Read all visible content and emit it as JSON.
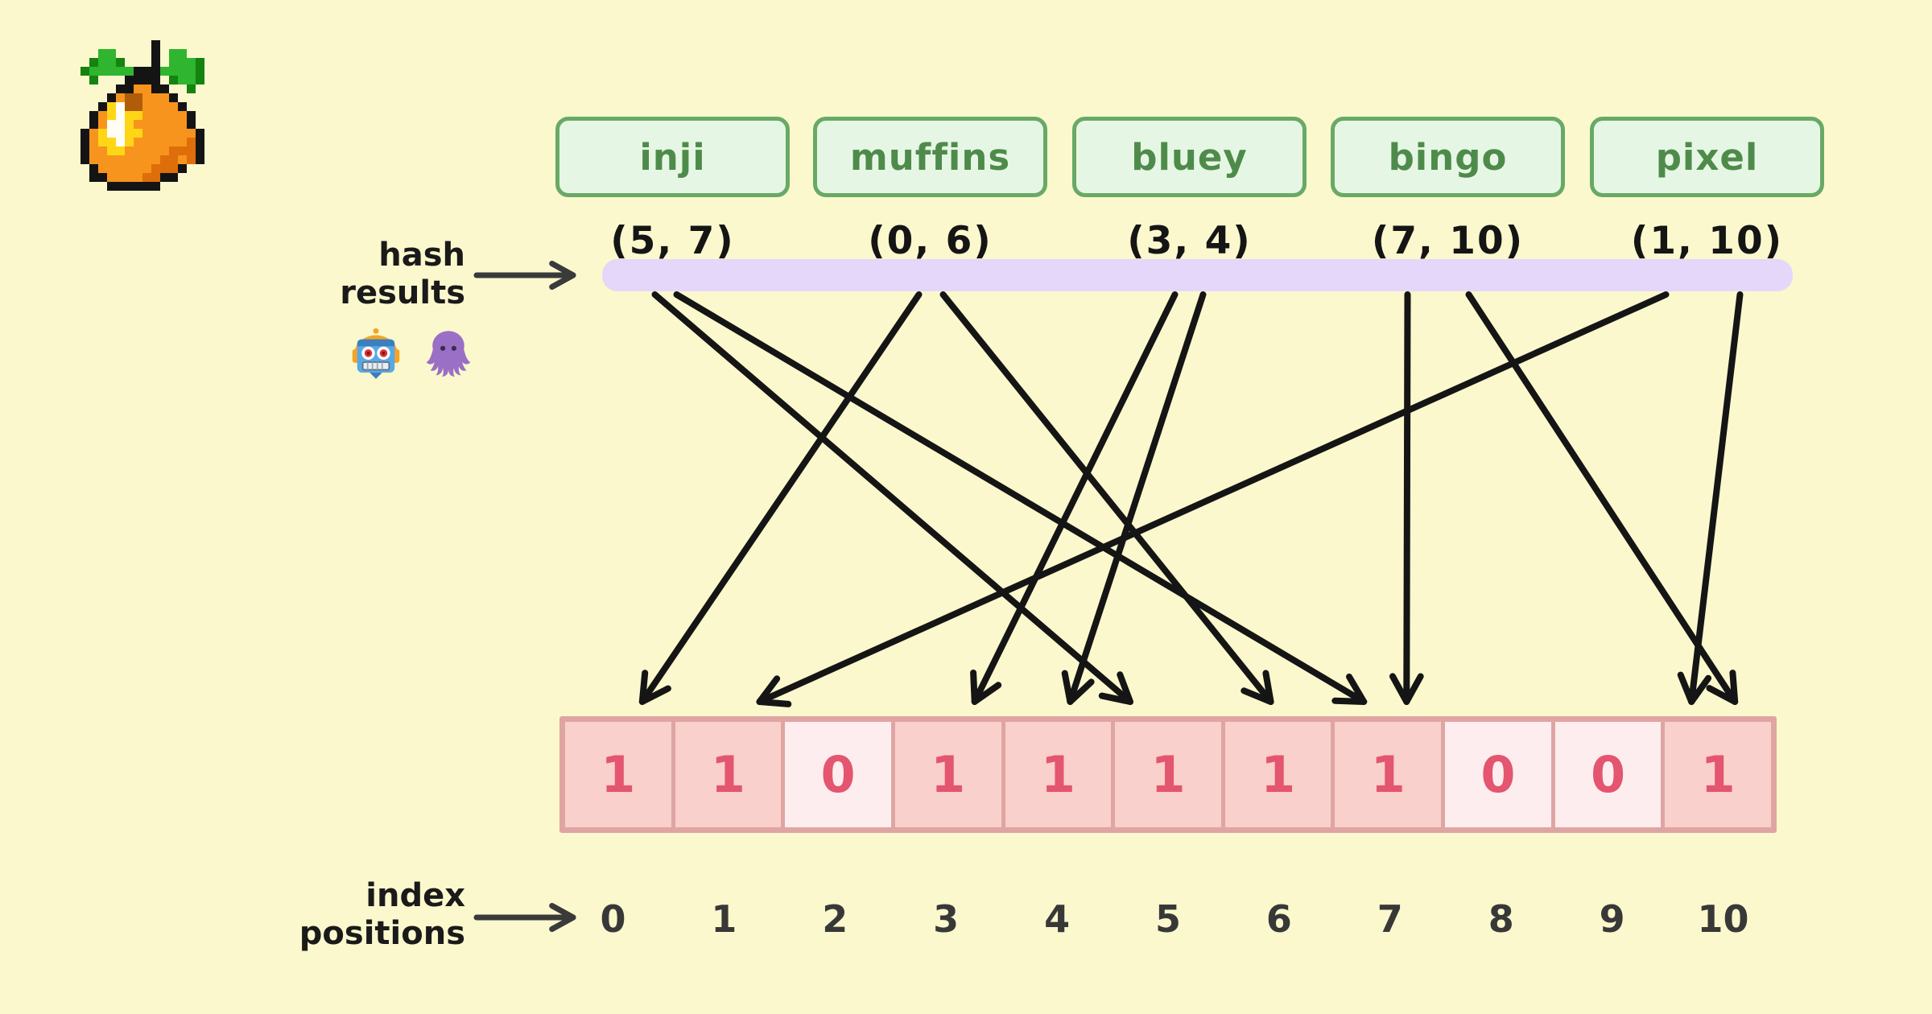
{
  "logo": {
    "icon": "tangerine-pixel-art-logo"
  },
  "words": [
    {
      "label": "inji",
      "hash_label": "(5, 7)",
      "hash_values": [
        5,
        7
      ]
    },
    {
      "label": "muffins",
      "hash_label": "(0, 6)",
      "hash_values": [
        0,
        6
      ]
    },
    {
      "label": "bluey",
      "hash_label": "(3, 4)",
      "hash_values": [
        3,
        4
      ]
    },
    {
      "label": "bingo",
      "hash_label": "(7, 10)",
      "hash_values": [
        7,
        10
      ]
    },
    {
      "label": "pixel",
      "hash_label": "(1, 10)",
      "hash_values": [
        1,
        10
      ]
    }
  ],
  "hash_results_label": {
    "line1": "hash",
    "line2": "results"
  },
  "hash_functions": {
    "icons": [
      "robot-emoji",
      "octopus-emoji"
    ]
  },
  "bit_array": {
    "bits": [
      1,
      1,
      0,
      1,
      1,
      1,
      1,
      1,
      0,
      0,
      1
    ]
  },
  "index_row": {
    "indices": [
      "0",
      "1",
      "2",
      "3",
      "4",
      "5",
      "6",
      "7",
      "8",
      "9",
      "10"
    ]
  },
  "index_positions_label": {
    "line1": "index",
    "line2": "positions"
  },
  "colors": {
    "background": "#FBF8CD",
    "word_box_fill": "#E6F6E4",
    "word_box_border": "#68A966",
    "word_text": "#4E8B4B",
    "hash_bar": "#E4D7FA",
    "hash_text": "#151515",
    "arrow": "#151515",
    "label_arrow": "#3A3A3A",
    "array_border": "#DFA5A2",
    "cell_one_fill": "#F9D0CB",
    "cell_zero_fill": "#FDEDEF",
    "digit": "#E4556F",
    "index_text": "#383838"
  }
}
